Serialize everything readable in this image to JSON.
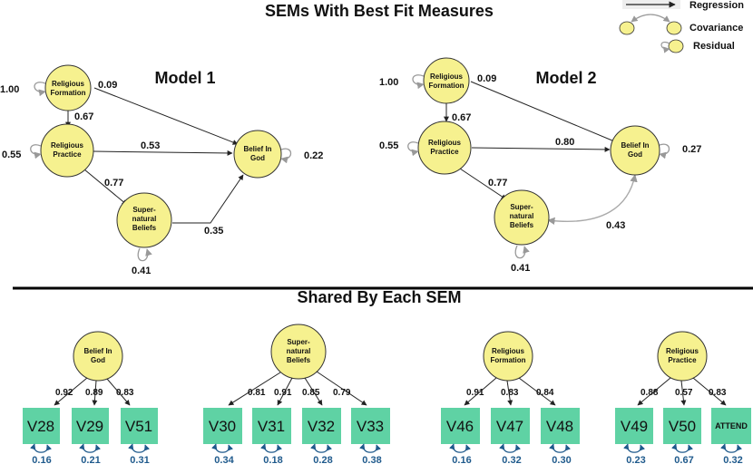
{
  "title": "SEMs With Best Fit Measures",
  "shared_title": "Shared By Each SEM",
  "legend": {
    "regression": "Regression",
    "covariance": "Covariance",
    "residual": "Residual"
  },
  "colors": {
    "latent_fill": "#f6f18f",
    "observed_fill": "#5fd2a4",
    "residual_text": "#1f5a8c",
    "arrow": "#222222",
    "covariance_arrow": "#aaaaaa"
  },
  "model1": {
    "label": "Model 1",
    "nodes": {
      "formation": [
        "Religious",
        "Formation"
      ],
      "practice": [
        "Religious",
        "Practice"
      ],
      "beliefs": [
        "Super-",
        "natural",
        "Beliefs"
      ],
      "god": [
        "Belief In",
        "God"
      ]
    },
    "paths": {
      "formation_god": "0.09",
      "formation_practice": "0.67",
      "practice_god": "0.53",
      "practice_beliefs": "0.77",
      "beliefs_god": "0.35"
    },
    "residuals": {
      "formation": "1.00",
      "practice": "0.55",
      "beliefs": "0.41",
      "god": "0.22"
    }
  },
  "model2": {
    "label": "Model 2",
    "nodes": {
      "formation": [
        "Religious",
        "Formation"
      ],
      "practice": [
        "Religious",
        "Practice"
      ],
      "beliefs": [
        "Super-",
        "natural",
        "Beliefs"
      ],
      "god": [
        "Belief In",
        "God"
      ]
    },
    "paths": {
      "formation_god": "0.09",
      "formation_practice": "0.67",
      "practice_god": "0.80",
      "practice_beliefs": "0.77",
      "beliefs_god_cov": "0.43"
    },
    "residuals": {
      "formation": "1.00",
      "practice": "0.55",
      "beliefs": "0.41",
      "god": "0.27"
    }
  },
  "measurement": [
    {
      "latent": [
        "Belief In",
        "God"
      ],
      "indicators": [
        {
          "name": "V28",
          "loading": "0.92",
          "residual": "0.16"
        },
        {
          "name": "V29",
          "loading": "0.89",
          "residual": "0.21"
        },
        {
          "name": "V51",
          "loading": "0.83",
          "residual": "0.31"
        }
      ]
    },
    {
      "latent": [
        "Super-",
        "natural",
        "Beliefs"
      ],
      "indicators": [
        {
          "name": "V30",
          "loading": "0.81",
          "residual": "0.34"
        },
        {
          "name": "V31",
          "loading": "0.91",
          "residual": "0.18"
        },
        {
          "name": "V32",
          "loading": "0.85",
          "residual": "0.28"
        },
        {
          "name": "V33",
          "loading": "0.79",
          "residual": "0.38"
        }
      ]
    },
    {
      "latent": [
        "Religious",
        "Formation"
      ],
      "indicators": [
        {
          "name": "V46",
          "loading": "0.91",
          "residual": "0.16"
        },
        {
          "name": "V47",
          "loading": "0.83",
          "residual": "0.32"
        },
        {
          "name": "V48",
          "loading": "0.84",
          "residual": "0.30"
        }
      ]
    },
    {
      "latent": [
        "Religious",
        "Practice"
      ],
      "indicators": [
        {
          "name": "V49",
          "loading": "0.88",
          "residual": "0.23"
        },
        {
          "name": "V50",
          "loading": "0.57",
          "residual": "0.67"
        },
        {
          "name": "ATTEND",
          "loading": "0.83",
          "residual": "0.32"
        }
      ]
    }
  ]
}
